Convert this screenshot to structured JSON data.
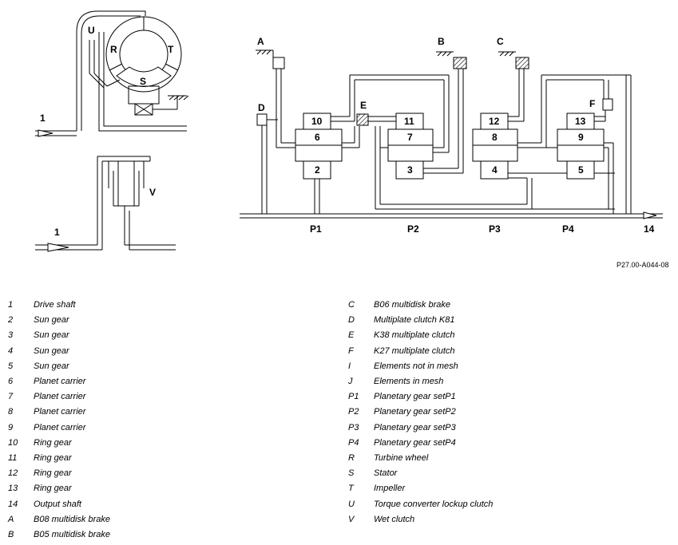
{
  "diagram": {
    "figure_code": "P27.00-A044-08",
    "labels": {
      "A": "A",
      "B": "B",
      "C": "C",
      "D": "D",
      "E": "E",
      "F": "F",
      "U": "U",
      "R": "R",
      "T": "T",
      "S": "S",
      "V": "V",
      "in1": "1",
      "in1b": "1",
      "out14": "14",
      "P1": "P1",
      "P2": "P2",
      "P3": "P3",
      "P4": "P4"
    },
    "boxes": {
      "b10": "10",
      "b6": "6",
      "b2": "2",
      "b11": "11",
      "b7": "7",
      "b3": "3",
      "b12": "12",
      "b8": "8",
      "b4": "4",
      "b13": "13",
      "b9": "9",
      "b5": "5"
    }
  },
  "legend_left": [
    {
      "key": "1",
      "text": "Drive shaft"
    },
    {
      "key": "2",
      "text": "Sun gear"
    },
    {
      "key": "3",
      "text": "Sun gear"
    },
    {
      "key": "4",
      "text": "Sun gear"
    },
    {
      "key": "5",
      "text": "Sun gear"
    },
    {
      "key": "6",
      "text": "Planet carrier"
    },
    {
      "key": "7",
      "text": "Planet carrier"
    },
    {
      "key": "8",
      "text": "Planet carrier"
    },
    {
      "key": "9",
      "text": "Planet carrier"
    },
    {
      "key": "10",
      "text": "Ring gear"
    },
    {
      "key": "11",
      "text": "Ring gear"
    },
    {
      "key": "12",
      "text": "Ring gear"
    },
    {
      "key": "13",
      "text": "Ring gear"
    },
    {
      "key": "14",
      "text": "Output shaft"
    },
    {
      "key": "A",
      "text": "B08 multidisk brake"
    },
    {
      "key": "B",
      "text": "B05 multidisk brake"
    }
  ],
  "legend_right": [
    {
      "key": "C",
      "text": "B06 multidisk brake"
    },
    {
      "key": "D",
      "text": "Multiplate clutch K81"
    },
    {
      "key": "E",
      "text": "K38 multiplate clutch"
    },
    {
      "key": "F",
      "text": "K27 multiplate clutch"
    },
    {
      "key": "I",
      "text": "Elements not in mesh"
    },
    {
      "key": "J",
      "text": "Elements in mesh"
    },
    {
      "key": "P1",
      "text": "Planetary gear setP1"
    },
    {
      "key": "P2",
      "text": "Planetary gear setP2"
    },
    {
      "key": "P3",
      "text": "Planetary gear setP3"
    },
    {
      "key": "P4",
      "text": "Planetary gear setP4"
    },
    {
      "key": "R",
      "text": "Turbine wheel"
    },
    {
      "key": "S",
      "text": "Stator"
    },
    {
      "key": "T",
      "text": "Impeller"
    },
    {
      "key": "U",
      "text": "Torque converter lockup clutch"
    },
    {
      "key": "V",
      "text": "Wet clutch"
    }
  ]
}
